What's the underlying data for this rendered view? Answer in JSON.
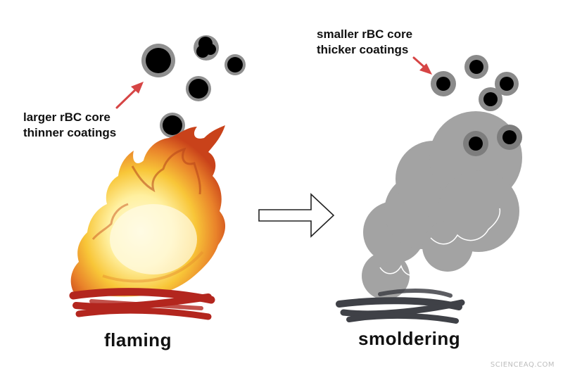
{
  "annotations": {
    "left_line1": "larger rBC core",
    "left_line2": "thinner coatings",
    "right_line1": "smaller rBC core",
    "right_line2": "thicker coatings"
  },
  "labels": {
    "flaming": "flaming",
    "smoldering": "smoldering"
  },
  "watermark": "SCIENCEAQ.COM",
  "colors": {
    "rbc_core": "#000000",
    "coating": "#9a9a9a",
    "smoke": "#a3a3a3",
    "annotation_arrow": "#d64545",
    "fire_outer": "#d9531e",
    "fire_inner": "#fff4b0",
    "flaming_logs": "#b3261e",
    "smoldering_logs": "#3f4147"
  },
  "icons": {
    "transition": "hollow-right-arrow-icon",
    "fire": "fire-icon",
    "smoke": "smoke-cloud-icon"
  }
}
